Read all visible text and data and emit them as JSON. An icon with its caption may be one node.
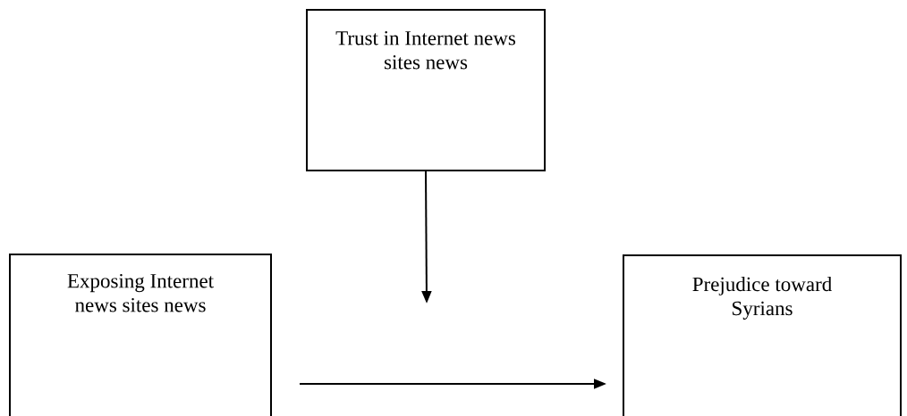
{
  "diagram": {
    "nodes": [
      {
        "text": [
          "Trust in Internet news sites news"
        ]
      },
      {
        "text": [
          "Exposing Internet news sites news"
        ]
      },
      {
        "text": [
          "Prejudice toward Syrians"
        ]
      }
    ],
    "edges": [
      {
        "from": 1,
        "to": 2,
        "arrow": "to"
      },
      {
        "from": 0,
        "to": null,
        "arrow": "to"
      }
    ]
  }
}
